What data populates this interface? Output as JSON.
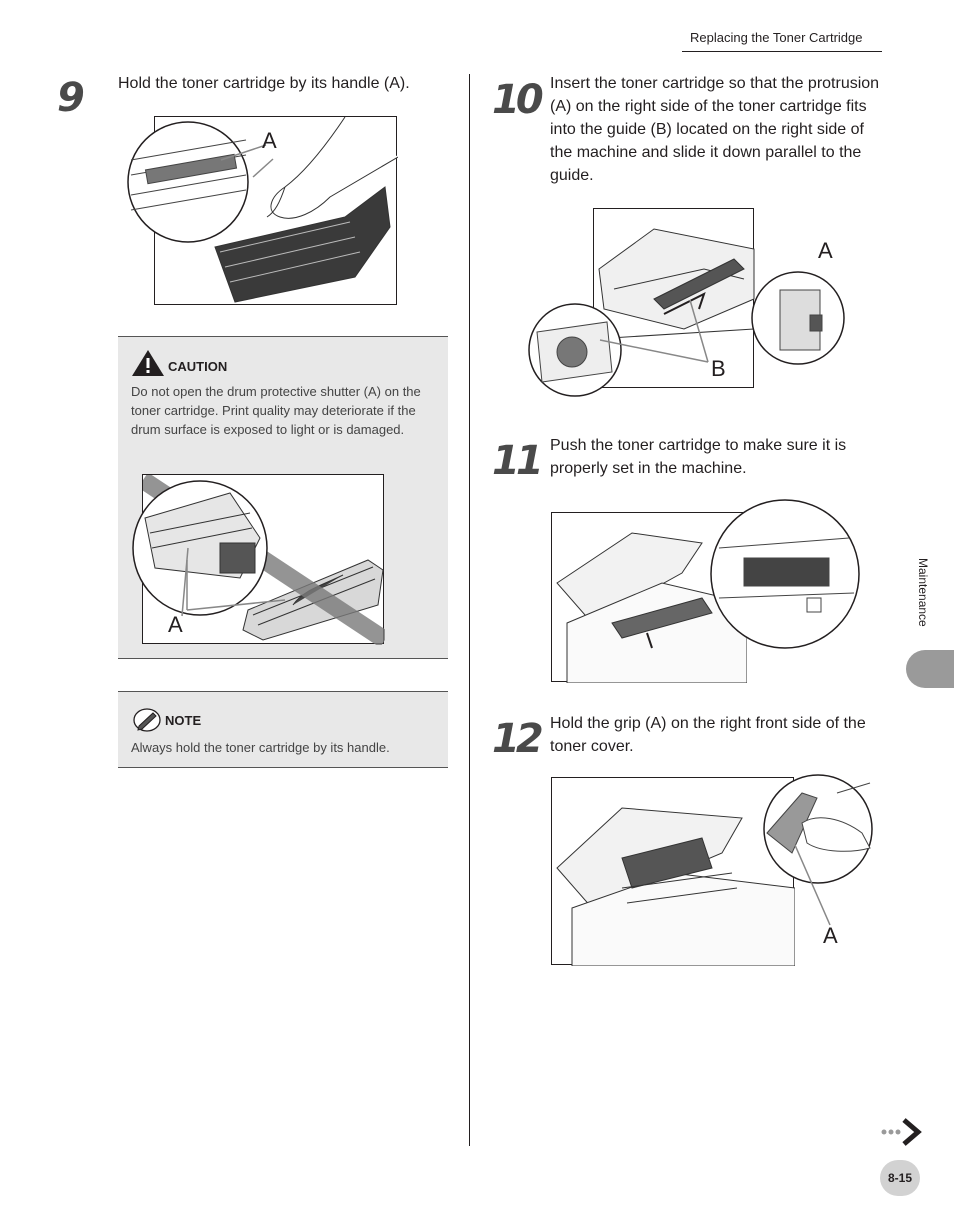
{
  "header": {
    "title": "Replacing the Toner Cartridge"
  },
  "steps": [
    {
      "number": "9",
      "text": "Hold the toner cartridge by its handle (A).",
      "callouts": [
        "A"
      ]
    },
    {
      "number": "10",
      "text": "Insert the toner cartridge so that the protrusion (A) on the right side of the toner cartridge fits into the guide (B) located on the right side of the machine and slide it down parallel to the guide.",
      "callouts": [
        "A",
        "B"
      ]
    },
    {
      "number": "11",
      "text": "Push the toner cartridge to make sure it is properly set in the machine."
    },
    {
      "number": "12",
      "text": "Hold the grip (A) on the right front side of the toner cover.",
      "callouts": [
        "A"
      ]
    }
  ],
  "caution": {
    "heading": "CAUTION",
    "text": "Do not open the drum protective shutter (A) on the toner cartridge. Print quality may deteriorate if the drum surface is exposed to light or is damaged.",
    "callout": "A",
    "icon": "warning-triangle-icon"
  },
  "note": {
    "heading": "NOTE",
    "text": "Always hold the toner cartridge by its handle.",
    "icon": "pencil-icon"
  },
  "side_tab": {
    "label": "Maintenance",
    "color": "#9a9a9a"
  },
  "footer": {
    "page_number": "8-15",
    "next_icon": "next-page-arrow-icon"
  }
}
